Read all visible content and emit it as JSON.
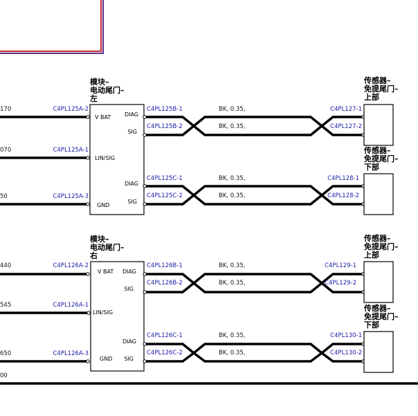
{
  "colors": {
    "pin_label": "#1a1aa8",
    "frame_red": "#c0282e",
    "frame_purple": "#5a2a86",
    "wire": "#000000",
    "background": "#ffffff"
  },
  "modules": [
    {
      "title": [
        "模块–",
        "电动尾门–",
        "左"
      ],
      "ports": [
        "V BAT",
        "LIN/SIG",
        "GND",
        "DIAG",
        "SIG",
        "DIAG",
        "SIG"
      ],
      "left_pins": [
        "C4PL125A-2",
        "C4PL125A-1",
        "C4PL125A-3"
      ],
      "left_wire_ids": [
        "170",
        "070",
        "50"
      ],
      "twists": [
        {
          "pins_left": [
            "C4PL125B-1",
            "C4PL125B-2"
          ],
          "labels": [
            "BK, 0.35,",
            "BK, 0.35,"
          ],
          "pins_right": [
            "C4PL127-1",
            "C4PL127-2"
          ],
          "sensor": [
            "传感器–",
            "免提尾门–",
            "上部"
          ]
        },
        {
          "pins_left": [
            "C4PL125C-1",
            "C4PL125C-2"
          ],
          "labels": [
            "BK, 0.35,",
            "BK, 0.35,"
          ],
          "pins_right": [
            "C4PL128-1",
            "C4PL128-2"
          ],
          "sensor": [
            "传感器–",
            "免提尾门–",
            "下部"
          ]
        }
      ]
    },
    {
      "title": [
        "模块–",
        "电动尾门–",
        "右"
      ],
      "ports": [
        "V BAT",
        "LIN/SIG",
        "GND",
        "DIAG",
        "SIG",
        "DIAG",
        "SIG"
      ],
      "left_pins": [
        "C4PL126A-2",
        "C4PL126A-1",
        "C4PL126A-3"
      ],
      "left_wire_ids": [
        "440",
        "545",
        "650"
      ],
      "twists": [
        {
          "pins_left": [
            "C4PL126B-1",
            "C4PL126B-2"
          ],
          "labels": [
            "BK, 0.35,",
            "BK, 0.35,"
          ],
          "pins_right": [
            "C4PL129-1",
            "C4PL129-2"
          ],
          "sensor": [
            "传感器–",
            "免提尾门–",
            "上部"
          ]
        },
        {
          "pins_left": [
            "C4PL126C-1",
            "C4PL126C-2"
          ],
          "labels": [
            "BK, 0.35,",
            "BK, 0.35,"
          ],
          "pins_right": [
            "C4PL130-1",
            "C4PL130-2"
          ],
          "sensor": [
            "传感器–",
            "免提尾门–",
            "下部"
          ]
        }
      ]
    }
  ],
  "bottom_wire_id": "00"
}
